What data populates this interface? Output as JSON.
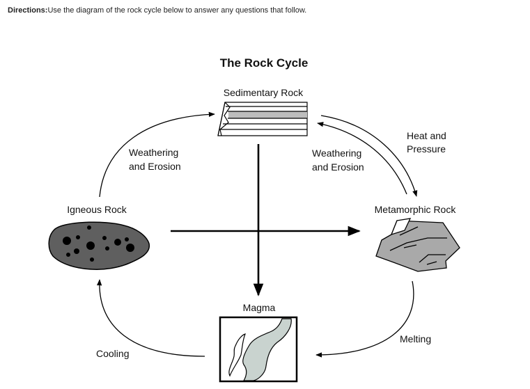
{
  "directions": {
    "label": "Directions:",
    "text": "Use the diagram of the rock cycle below to answer any questions that follow."
  },
  "diagram": {
    "title": "The Rock Cycle",
    "nodes": {
      "sedimentary": "Sedimentary Rock",
      "igneous": "Igneous Rock",
      "metamorphic": "Metamorphic Rock",
      "magma": "Magma"
    },
    "edges": {
      "igneous_to_sedimentary": [
        "Weathering",
        "and Erosion"
      ],
      "metamorphic_to_sedimentary": [
        "Weathering",
        "and Erosion"
      ],
      "sedimentary_to_metamorphic": [
        "Heat and",
        "Pressure"
      ],
      "metamorphic_to_magma": "Melting",
      "magma_to_igneous": "Cooling"
    },
    "colors": {
      "igneous_fill": "#5f5f5f",
      "metamorphic_fill": "#a9a9a9",
      "magma_fill": "#c9d3cf",
      "sediment_band": "#bdbdbd"
    }
  }
}
